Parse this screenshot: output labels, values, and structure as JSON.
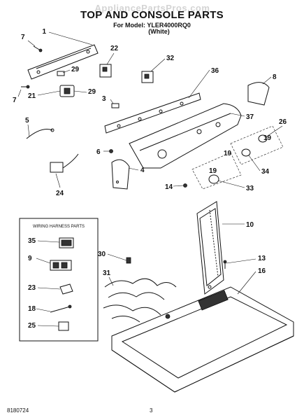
{
  "header": {
    "watermark": "AppliancePartsPros.com",
    "title": "TOP AND CONSOLE PARTS",
    "model_line": "For Model: YLER4000RQ0",
    "color": "(White)"
  },
  "footer": {
    "doc_number": "8180724",
    "page_number": "3"
  },
  "inset_box": {
    "title": "WIRING HARNESS PARTS"
  },
  "callouts": {
    "c1": "1",
    "c7a": "7",
    "c7b": "7",
    "c21": "21",
    "c29a": "29",
    "c29b": "29",
    "c22": "22",
    "c32": "32",
    "c36": "36",
    "c3": "3",
    "c8": "8",
    "c37": "37",
    "c26": "26",
    "c5": "5",
    "c6": "6",
    "c4": "4",
    "c19a": "19",
    "c19b": "19",
    "c19c": "19",
    "c34": "34",
    "c14": "14",
    "c33": "33",
    "c24": "24",
    "c10": "10",
    "c35": "35",
    "c9": "9",
    "c23": "23",
    "c18": "18",
    "c25": "25",
    "c30": "30",
    "c31": "31",
    "c13": "13",
    "c16": "16"
  }
}
